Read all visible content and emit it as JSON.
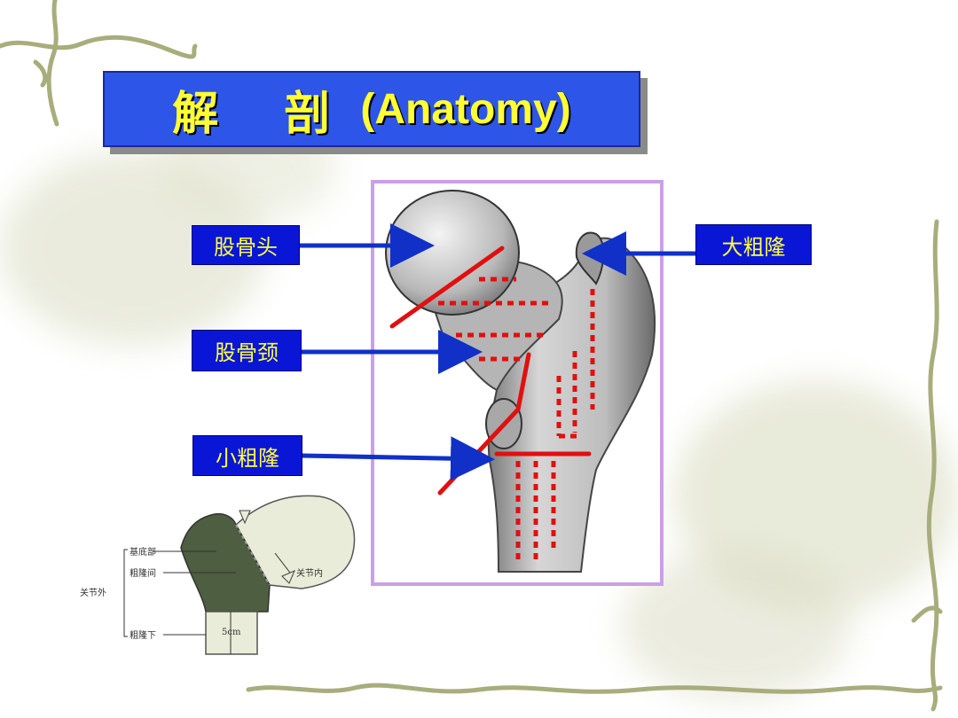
{
  "title": {
    "zh": "解 剖",
    "en": "(Anatomy)"
  },
  "labels": {
    "femoral_head": "股骨头",
    "greater_trochanter": "大粗隆",
    "femoral_neck": "股骨颈",
    "lesser_trochanter": "小粗隆"
  },
  "inset": {
    "base": "基底部",
    "intertrochanteric": "粗隆间",
    "extracapsular": "关节外",
    "subtrochanteric": "粗隆下",
    "intracapsular": "关节内",
    "measure": "5cm"
  },
  "colors": {
    "title_bg": "#2d55e8",
    "title_text": "#ffff33",
    "label_bg": "#0a16d6",
    "label_text": "#ffff44",
    "arrow": "#1030c8",
    "fracture_line": "#e01010",
    "frame": "#c9a0e8",
    "inset_dark": "#4e5e40"
  }
}
